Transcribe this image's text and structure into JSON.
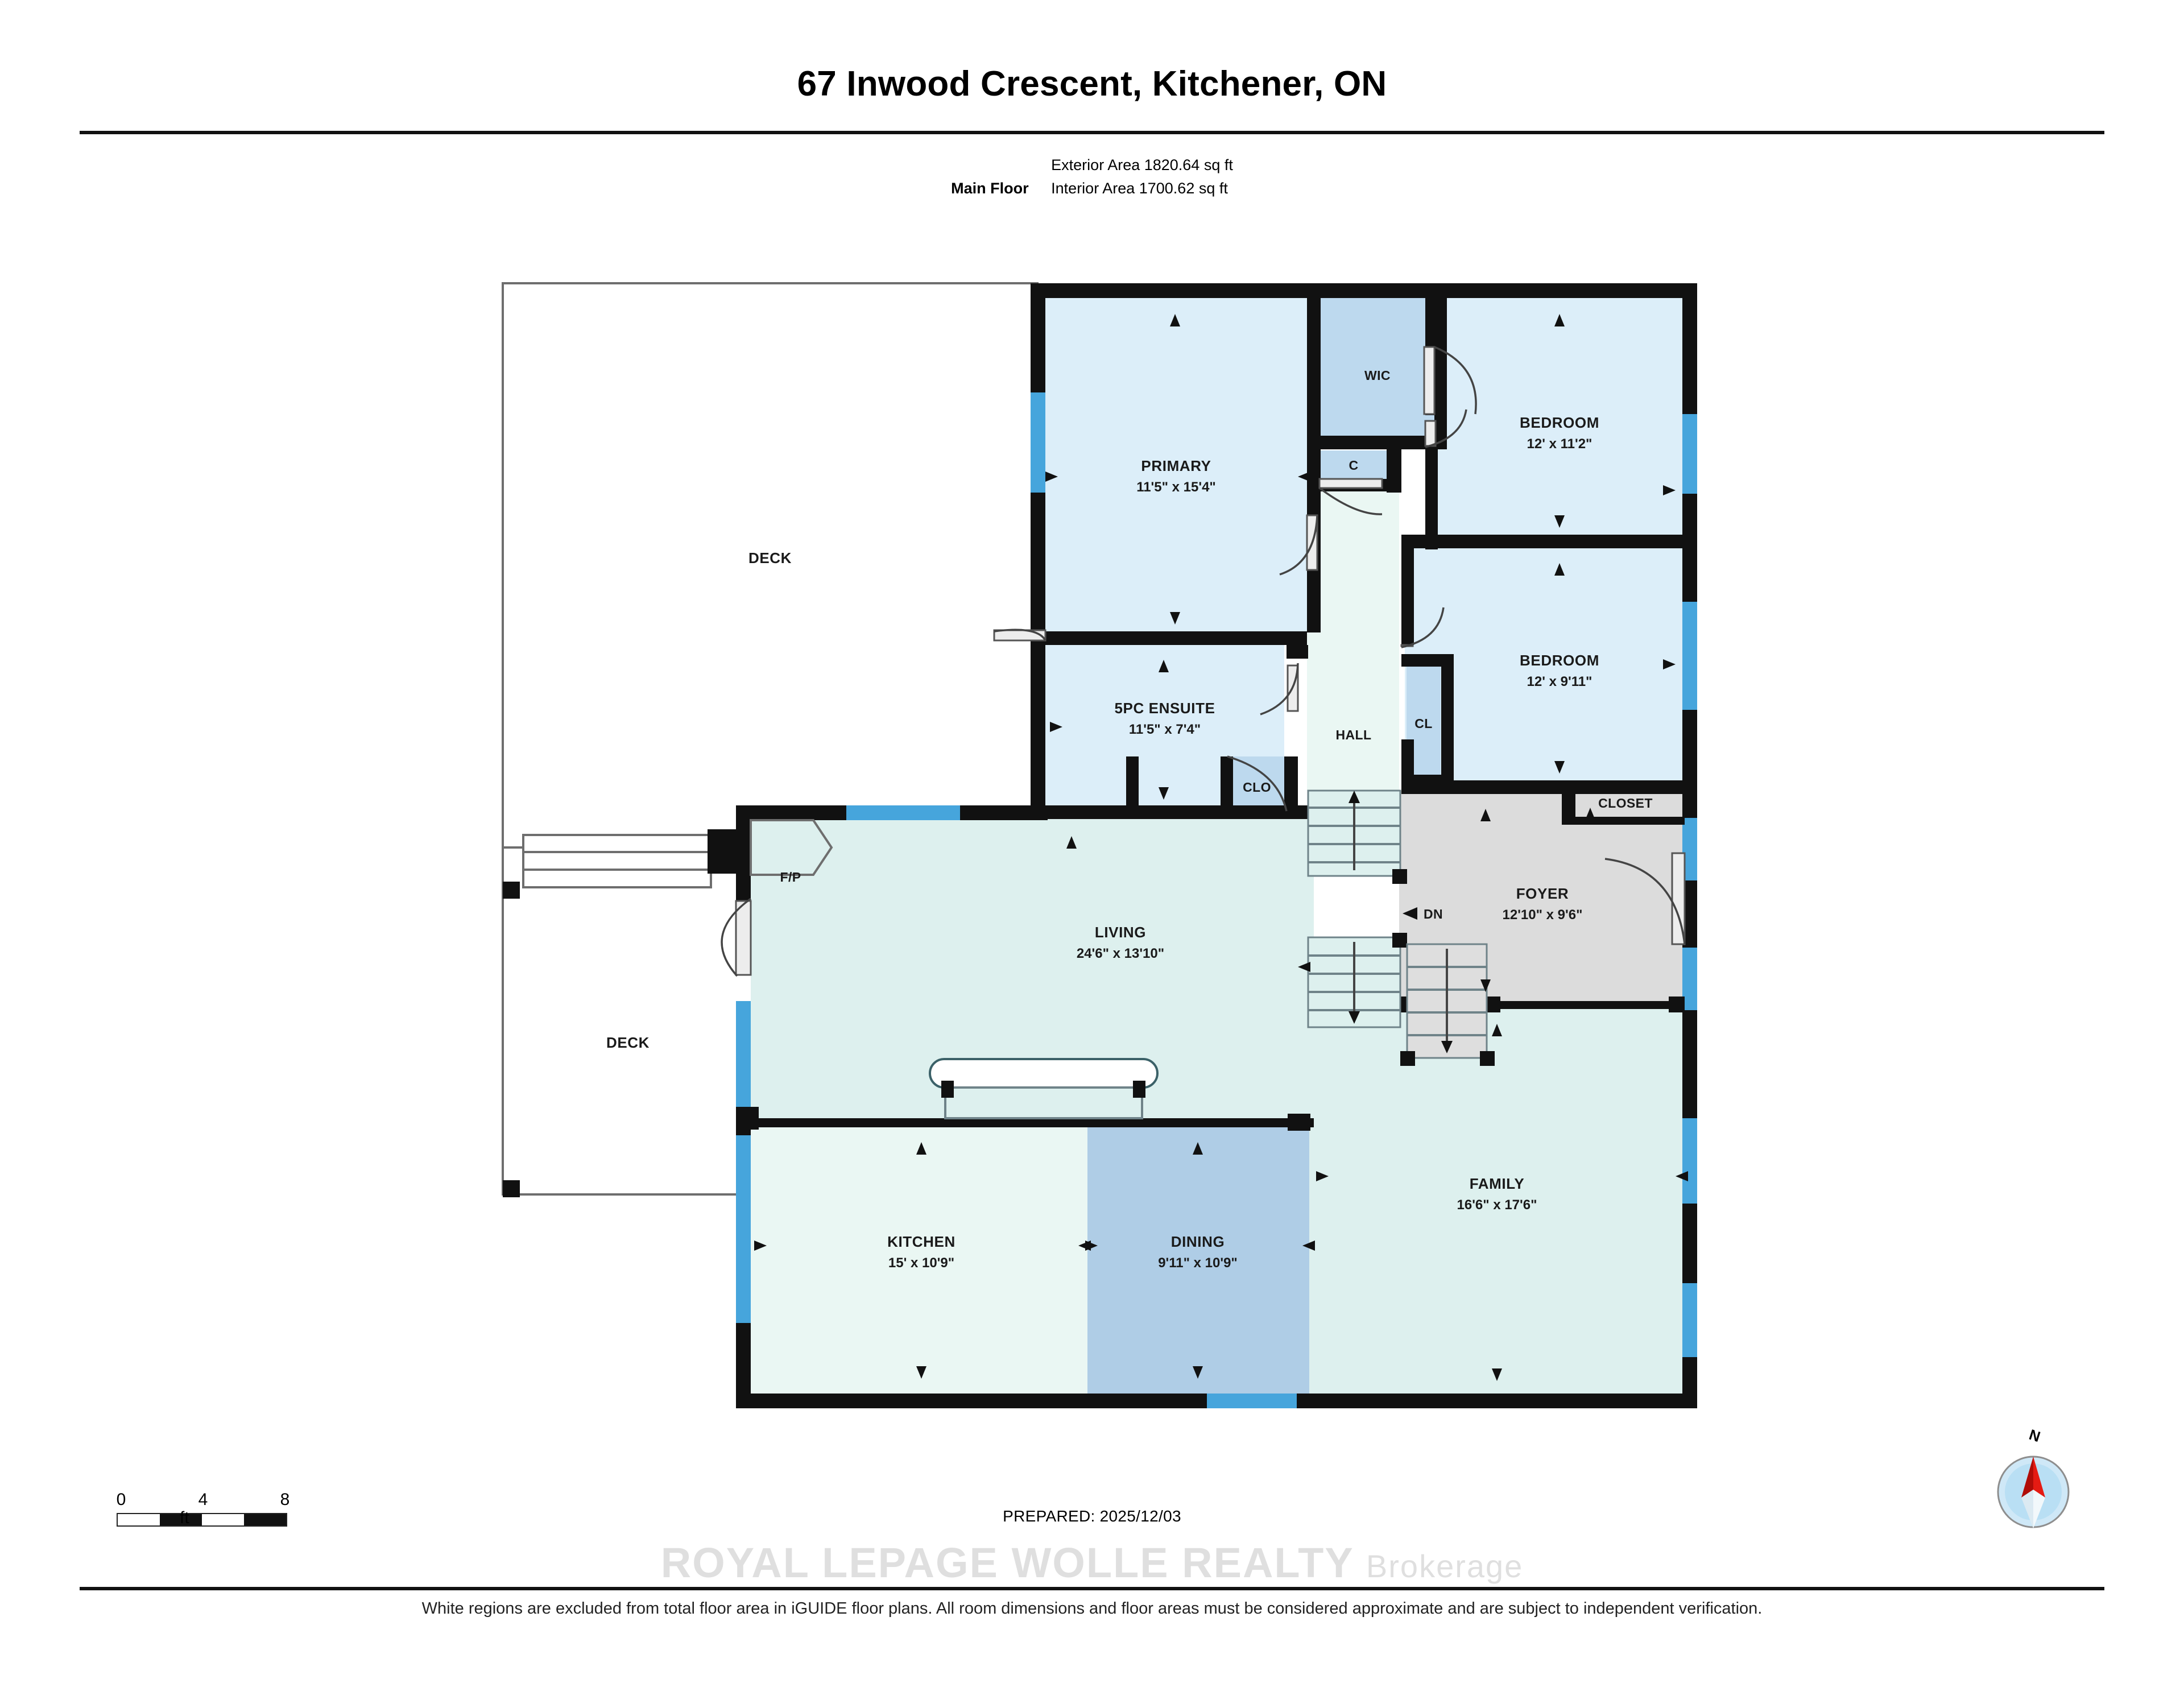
{
  "header": {
    "title": "67 Inwood Crescent, Kitchener, ON",
    "floor_label": "Main Floor",
    "exterior_area": "Exterior Area 1820.64 sq ft",
    "interior_area": "Interior Area 1700.62 sq ft"
  },
  "footer": {
    "scale": {
      "tick0": "0",
      "tick4": "4",
      "tick8": "8",
      "unit": "ft"
    },
    "prepared": "PREPARED: 2025/12/03",
    "compass_north": "N",
    "disclaimer": "White regions are excluded from total floor area in iGUIDE floor plans. All room dimensions and floor areas must be considered approximate and are subject to independent verification.",
    "watermark": "ROYAL LEPAGE WOLLE REALTY",
    "watermark_suffix": "Brokerage"
  },
  "colors": {
    "wall": "#111111",
    "window": "#46A5DC",
    "room_blue": "#DCEEF9",
    "room_blue_mid": "#BDD9EE",
    "room_mint": "#DDF0EE",
    "room_pale": "#EAF7F3",
    "room_grey": "#DCDCDC",
    "dining_blue": "#AFCDE6",
    "deck_white": "#FFFFFF",
    "outline_grey": "#6E6E6E"
  },
  "rooms": [
    {
      "id": "deck-upper",
      "name": "DECK",
      "dims": ""
    },
    {
      "id": "deck-lower",
      "name": "DECK",
      "dims": ""
    },
    {
      "id": "primary",
      "name": "PRIMARY",
      "dims": "11'5\" x 15'4\""
    },
    {
      "id": "wic",
      "name": "WIC",
      "dims": ""
    },
    {
      "id": "closet-c",
      "name": "C",
      "dims": ""
    },
    {
      "id": "bedroom-1",
      "name": "BEDROOM",
      "dims": "12' x 11'2\""
    },
    {
      "id": "bedroom-2",
      "name": "BEDROOM",
      "dims": "12' x 9'11\""
    },
    {
      "id": "ensuite",
      "name": "5PC ENSUITE",
      "dims": "11'5\" x 7'4\""
    },
    {
      "id": "clo",
      "name": "CLO",
      "dims": ""
    },
    {
      "id": "hall",
      "name": "HALL",
      "dims": ""
    },
    {
      "id": "cl",
      "name": "CL",
      "dims": ""
    },
    {
      "id": "closet-foyer",
      "name": "CLOSET",
      "dims": ""
    },
    {
      "id": "foyer",
      "name": "FOYER",
      "dims": "12'10\" x 9'6\""
    },
    {
      "id": "living",
      "name": "LIVING",
      "dims": "24'6\" x 13'10\""
    },
    {
      "id": "fireplace",
      "name": "F/P",
      "dims": ""
    },
    {
      "id": "kitchen",
      "name": "KITCHEN",
      "dims": "15' x 10'9\""
    },
    {
      "id": "dining",
      "name": "DINING",
      "dims": "9'11\" x 10'9\""
    },
    {
      "id": "family",
      "name": "FAMILY",
      "dims": "16'6\" x 17'6\""
    }
  ],
  "annotations": {
    "stairs_down": "DN"
  }
}
